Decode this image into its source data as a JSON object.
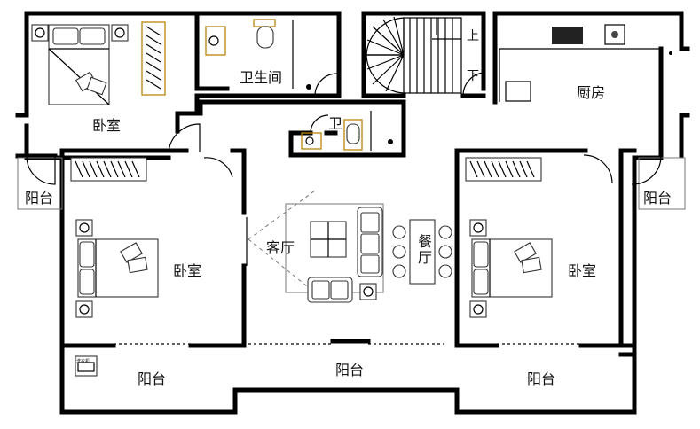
{
  "labels": {
    "bedroom_top_left": "卧室",
    "bathroom_top": "卫生间",
    "stair_up": "上",
    "stair_down": "下",
    "kitchen": "厨房",
    "bathroom_small": "卫",
    "balcony_left": "阳台",
    "balcony_right": "阳台",
    "living_room": "客厅",
    "dining_room": "餐厅",
    "bedroom_left": "卧室",
    "bedroom_right": "卧室",
    "balcony_bottom_left": "阳台",
    "balcony_bottom_center": "阳台",
    "balcony_bottom_right": "阳台"
  },
  "appliance_label": "洗衣机",
  "colors": {
    "wall": "#000000",
    "wardrobe_accent": "#b8860b",
    "furniture_line": "#333333"
  }
}
